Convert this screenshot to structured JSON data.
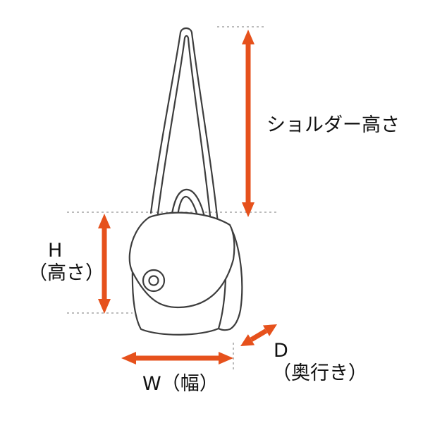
{
  "diagram": {
    "type": "product-dimension-diagram",
    "subject": "shoulder-bag",
    "labels": {
      "shoulder_height": "ショルダー高さ",
      "height_main": "H",
      "height_sub": "（高さ）",
      "width": "W（幅）",
      "depth_main": "D",
      "depth_sub": "（奥行き）"
    },
    "colors": {
      "arrow": "#e6511c",
      "line_art": "#3d3d3d",
      "guide_dash": "#a6a6a6",
      "text": "#111111",
      "background": "#ffffff"
    }
  }
}
